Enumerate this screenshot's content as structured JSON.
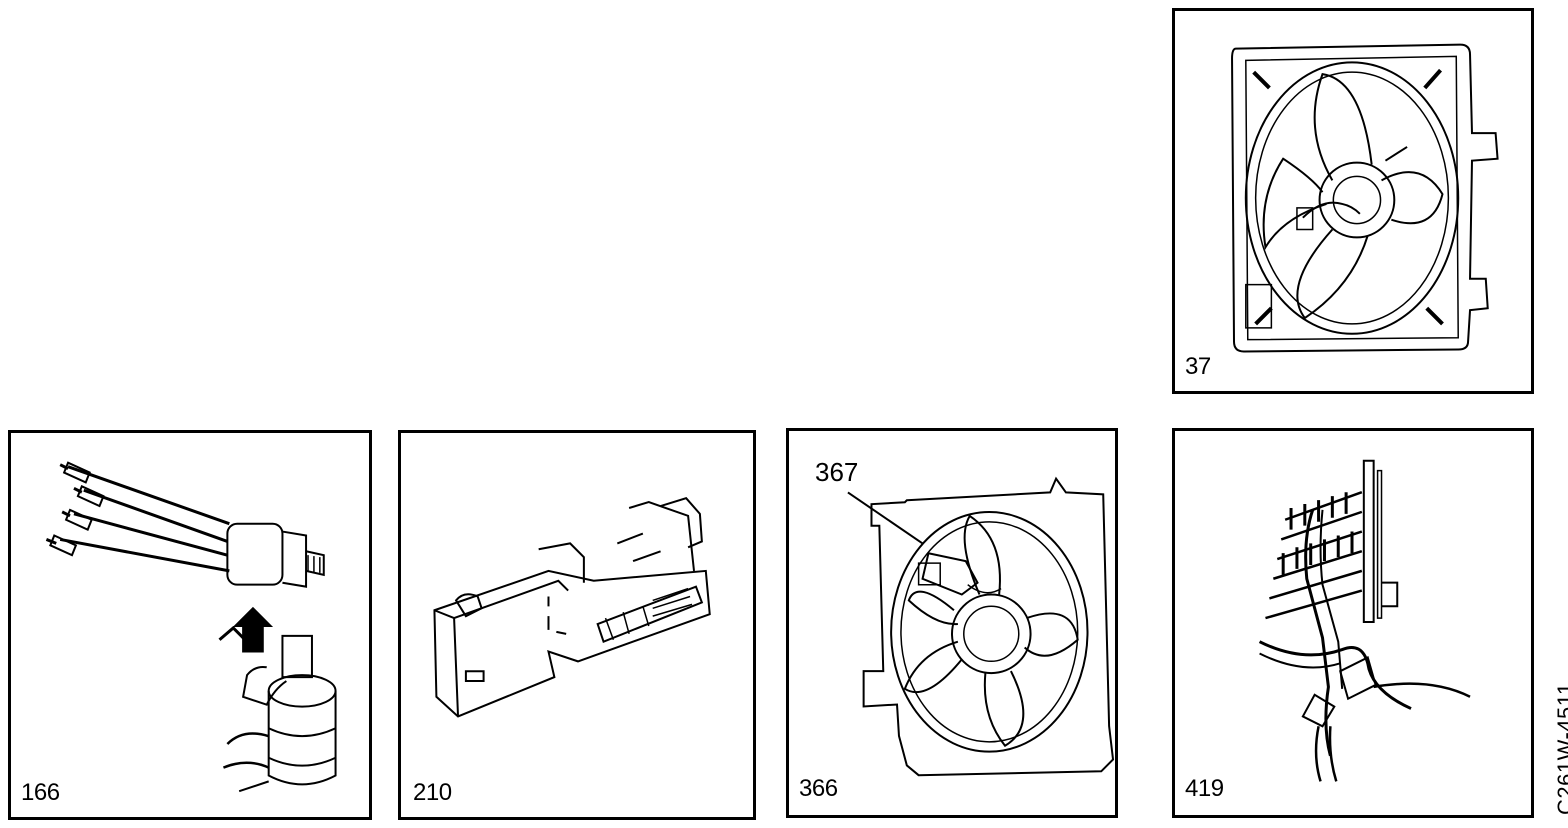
{
  "panels": [
    {
      "id": "37",
      "label": "37",
      "subject": "radiator cooling fan and shroud assembly"
    },
    {
      "id": "166",
      "label": "166",
      "subject": "pressure switch with wiring harness"
    },
    {
      "id": "210",
      "label": "210",
      "subject": "climate control module"
    },
    {
      "id": "366",
      "label": "366",
      "subject": "cooling fan assembly",
      "callout": "367"
    },
    {
      "id": "419",
      "label": "419",
      "subject": "condenser and line connection"
    }
  ],
  "document_id": "C261W-4511"
}
